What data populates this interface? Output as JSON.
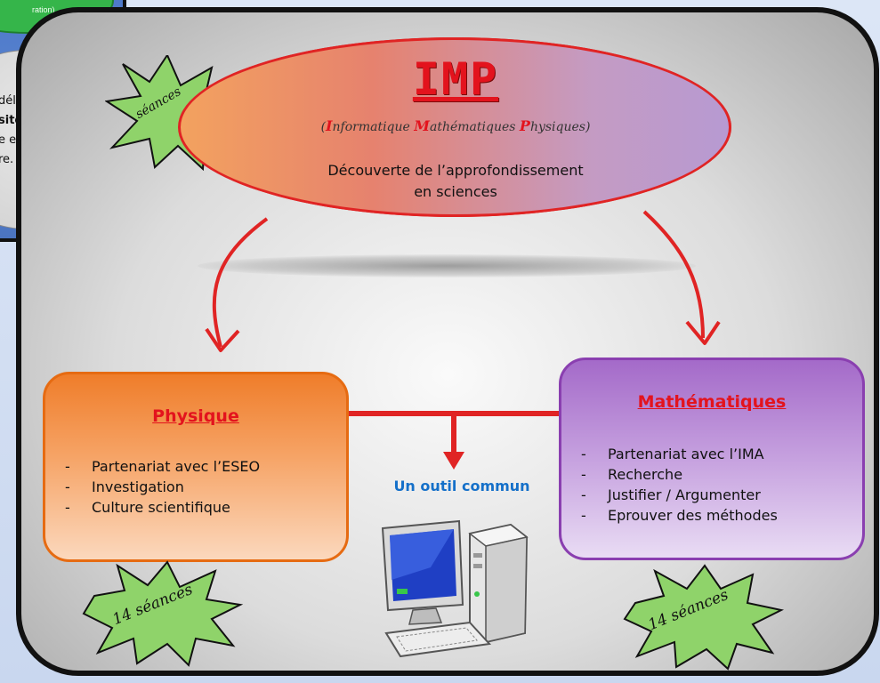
{
  "back_slide": {
    "green_text": "ration)",
    "lines": [
      "délivré",
      "sité de",
      "e en",
      "re."
    ]
  },
  "imp": {
    "title": "IMP",
    "subtitle_parts": [
      {
        "t": "(",
        "init": false
      },
      {
        "t": "I",
        "init": true
      },
      {
        "t": "nformatique ",
        "init": false
      },
      {
        "t": "M",
        "init": true
      },
      {
        "t": "athématiques ",
        "init": false
      },
      {
        "t": "P",
        "init": true
      },
      {
        "t": "hysiques)",
        "init": false
      }
    ],
    "desc_line1": "Découverte de l’approfondissement",
    "desc_line2": "en sciences",
    "burst_text": "séances"
  },
  "physique": {
    "title": "Physique",
    "items": [
      "Partenariat avec l’ESEO",
      "Investigation",
      "Culture scientifique"
    ],
    "burst_text": "14 séances"
  },
  "mathematiques": {
    "title": "Mathématiques",
    "items": [
      "Partenariat avec l’IMA",
      "Recherche",
      "Justifier / Argumenter",
      "Eprouver des méthodes"
    ],
    "burst_text": "14 séances"
  },
  "outil": {
    "label": "Un outil commun",
    "icon": "computer-icon"
  },
  "colors": {
    "red": "#e3131d",
    "arrow": "#e02424",
    "burst": "#8fd36a",
    "blue_text": "#1570c9",
    "orange": "#ef7d2a",
    "purple": "#a46ac9"
  }
}
